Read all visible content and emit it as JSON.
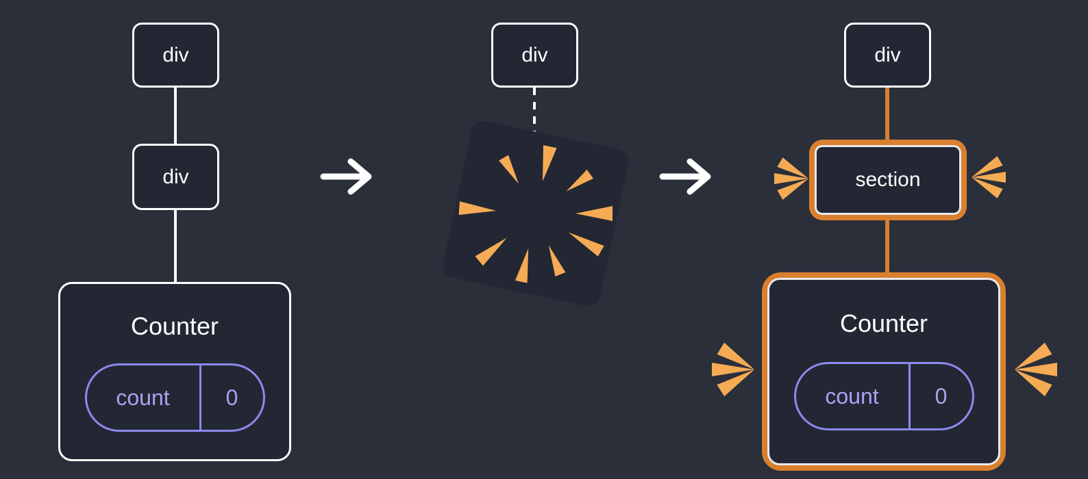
{
  "diagram": {
    "description": "Three-step diagram: replacing a div with a section at the same tree position destroys the Counter subtree and recreates it, resetting its state.",
    "colors": {
      "background": "#2a2f3a",
      "node_fill": "#232733",
      "node_border": "#ffffff",
      "edge_white": "#ffffff",
      "accent_orange": "#d97f2d",
      "spark_orange": "#f5ab54",
      "purple_border": "#8e89f2",
      "purple_text": "#a7a3f6",
      "text": "#ffffff"
    },
    "icons": {
      "arrow": "arrow-right-icon",
      "poof": "poof-explosion-icon",
      "spark": "spark-burst-icon"
    },
    "before": {
      "root_label": "div",
      "child_label": "div",
      "component": {
        "name": "Counter",
        "state_label": "count",
        "state_value": "0"
      }
    },
    "during": {
      "root_label": "div"
    },
    "after": {
      "root_label": "div",
      "child_label": "section",
      "component": {
        "name": "Counter",
        "state_label": "count",
        "state_value": "0"
      }
    }
  }
}
